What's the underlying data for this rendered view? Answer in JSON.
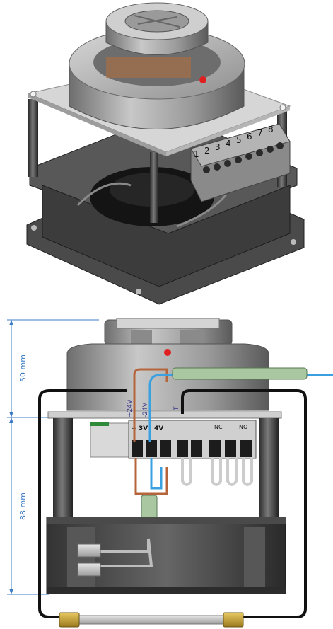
{
  "top_view": {
    "terminal_numbers": [
      "1",
      "2",
      "3",
      "4",
      "5",
      "6",
      "7",
      "8"
    ]
  },
  "front_view": {
    "dimension_top": "50 mm",
    "dimension_bottom": "88 mm",
    "wire_label_1": "+24V",
    "wire_label_2": "-24V",
    "wire_label_3": "T",
    "terminal_labels": {
      "plus": "+",
      "v1": "3V",
      "v2": "4V",
      "nc": "NC",
      "no": "NO"
    }
  },
  "colors": {
    "dimension": "#3d7cc4",
    "brown_wire": "#b5653c",
    "blue_wire": "#3aa0e0",
    "green_tube": "#a9c7a0",
    "black_cable": "#111111",
    "brass": "#c9a23a",
    "led_red": "#e02020"
  }
}
